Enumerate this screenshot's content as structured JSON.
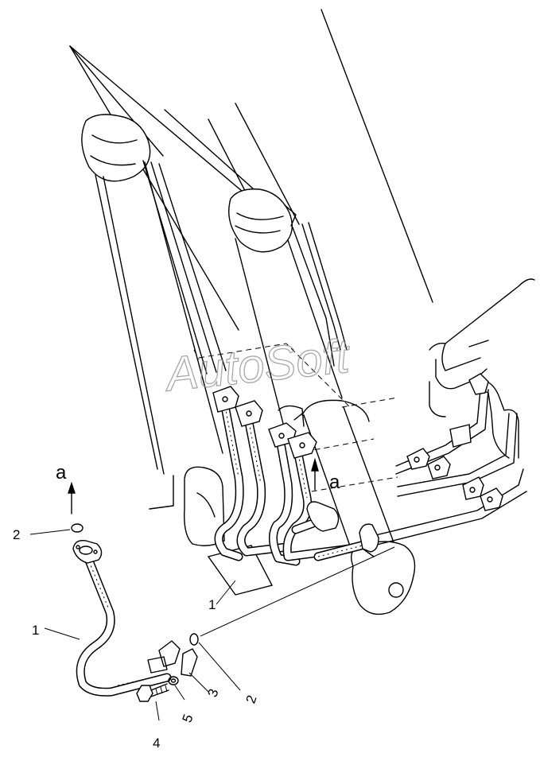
{
  "watermark": "AutoSoft",
  "callouts": {
    "hose_assembly": "1",
    "hose_assembly_main": "1",
    "o_ring_top": "2",
    "o_ring_bottom": "2",
    "split_flange": "3",
    "bolt": "4",
    "washer": "5"
  },
  "view_marks": {
    "detached": "a",
    "installed": "a"
  }
}
